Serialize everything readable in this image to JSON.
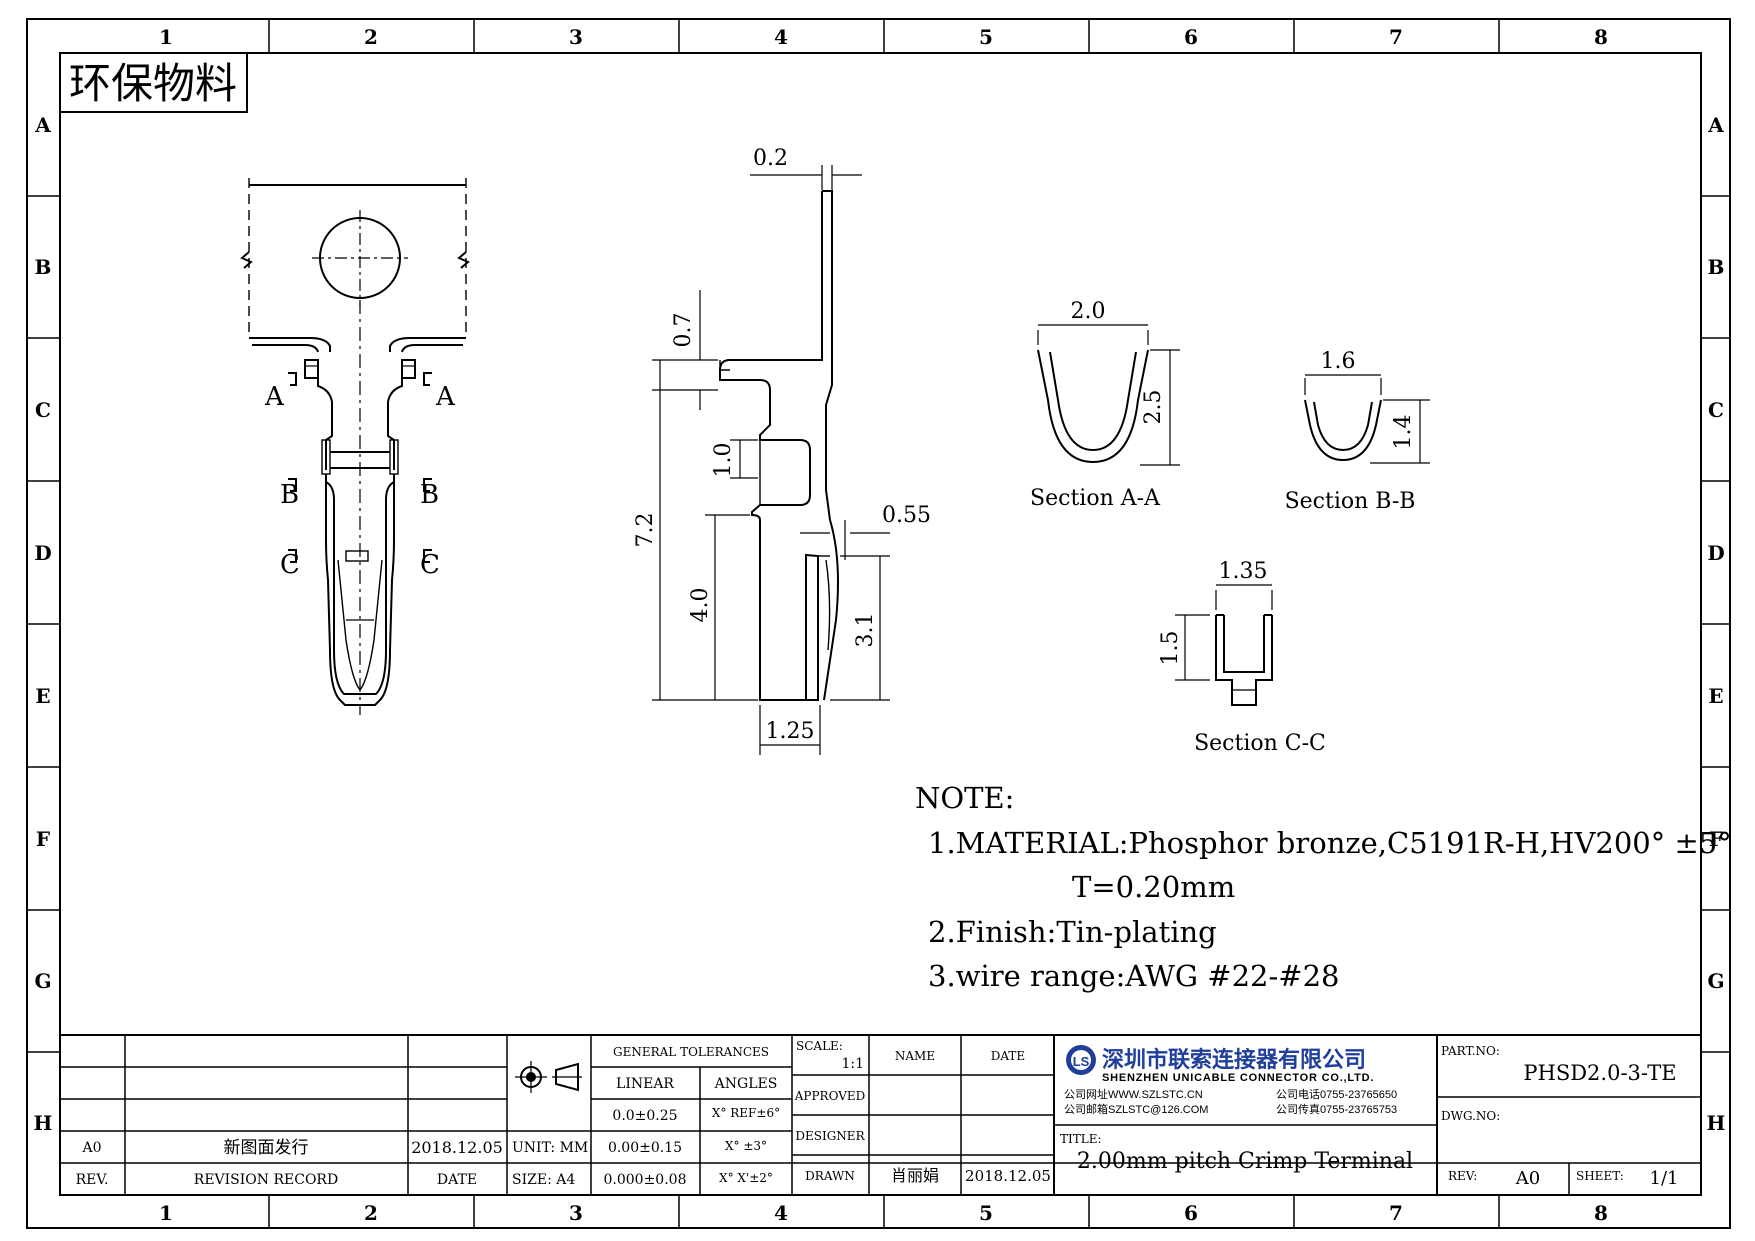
{
  "stamp": "环保物料",
  "zones": {
    "columns": [
      "1",
      "2",
      "3",
      "4",
      "5",
      "6",
      "7",
      "8"
    ],
    "rows": [
      "A",
      "B",
      "C",
      "D",
      "E",
      "F",
      "G",
      "H"
    ]
  },
  "front_view": {
    "sections": [
      "A",
      "A",
      "B",
      "B",
      "C",
      "C"
    ]
  },
  "side_view": {
    "dims": [
      "0.2",
      "0.7",
      "1.0",
      "7.2",
      "4.0",
      "0.55",
      "3.1",
      "1.25"
    ]
  },
  "sections": [
    {
      "title": "Section A-A",
      "width": "2.0",
      "height": "2.5"
    },
    {
      "title": "Section B-B",
      "width": "1.6",
      "height": "1.4"
    },
    {
      "title": "Section C-C",
      "width": "1.35",
      "height": "1.5"
    }
  ],
  "notes": {
    "heading": "NOTE:",
    "items": [
      "1.MATERIAL:Phosphor bronze,C5191R-H,HV200° ±5°",
      "T=0.20mm",
      "2.Finish:Tin-plating",
      "3.wire range:AWG #22-#28"
    ]
  },
  "title_block": {
    "revision_rows": [
      {
        "rev": "A0",
        "record": "新图面发行",
        "date": "2018.12.05"
      }
    ],
    "rev_header": "REV.",
    "record_header": "REVISION RECORD",
    "date_header": "DATE",
    "unit_label": "UNIT: MM",
    "size_label": "SIZE: A4",
    "general_tolerances": "GENERAL TOLERANCES",
    "linear": "LINEAR",
    "angles": "ANGLES",
    "tol_linear": [
      "0.0±0.25",
      "0.00±0.15",
      "0.000±0.08"
    ],
    "tol_angles": [
      "X° REF±6°",
      "X° ±3°",
      "X° X'±2°"
    ],
    "scale_label": "SCALE:",
    "scale_value": "1:1",
    "name_header": "NAME",
    "date2_header": "DATE",
    "approved": "APPROVED",
    "designer": "DESIGNER",
    "drawn": "DRAWN",
    "drawn_name": "肖丽娟",
    "drawn_date": "2018.12.05",
    "company_cn": "深圳市联索连接器有限公司",
    "company_en": "SHENZHEN UNICABLE CONNECTOR CO.,LTD.",
    "company_web": "公司网址WWW.SZLSTC.CN",
    "company_mail": "公司邮箱SZLSTC@126.COM",
    "company_tel": "公司电话0755-23765650",
    "company_fax": "公司传真0755-23765753",
    "title_label": "TITLE:",
    "title": "2.00mm pitch Crimp Terminal",
    "part_no_label": "PART.NO:",
    "part_no": "PHSD2.0-3-TE",
    "dwg_no_label": "DWG.NO:",
    "rev_label": "REV:",
    "rev_value": "A0",
    "sheet_label": "SHEET:",
    "sheet_value": "1/1"
  }
}
